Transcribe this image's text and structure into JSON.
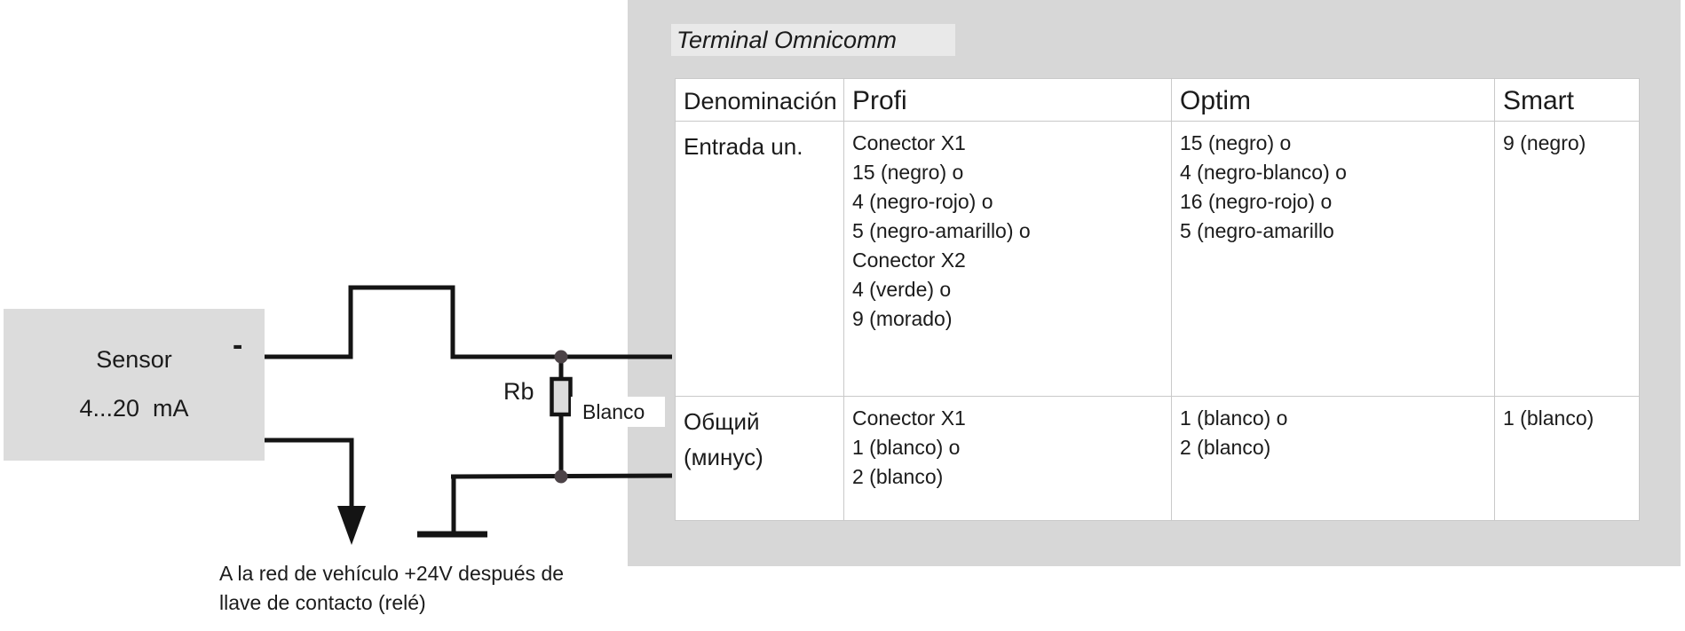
{
  "panel": {
    "title": "Terminal Omnicomm"
  },
  "table": {
    "headers": [
      "Denominación",
      "Profi",
      "Optim",
      "Smart"
    ],
    "rows": [
      {
        "denominacion": [
          "Entrada un."
        ],
        "profi": [
          "Conector X1",
          "15 (negro) o",
          "4 (negro-rojo) o",
          "5 (negro-amarillo) o",
          "Conector X2",
          "4 (verde) o",
          "9 (morado)"
        ],
        "optim": [
          "15 (negro) o",
          "4 (negro-blanco) o",
          "16 (negro-rojo) o",
          "5 (negro-amarillo"
        ],
        "smart": [
          "9 (negro)"
        ]
      },
      {
        "denominacion": [
          "Общий",
          "(минус)"
        ],
        "profi": [
          "Conector X1",
          "1 (blanco) o",
          "2 (blanco)"
        ],
        "optim": [
          "1 (blanco) o",
          "2 (blanco)"
        ],
        "smart": [
          "1 (blanco)"
        ]
      }
    ]
  },
  "diagram": {
    "sensor_name": "Sensor",
    "sensor_range": "4...20  mA",
    "minus_sign": "-",
    "resistor_label": "Rb",
    "wire_color_label": "Blanco",
    "caption_line1": "A la red de vehículo +24V después de",
    "caption_line2": "llave de contacto (relé)"
  },
  "colors": {
    "panel_gray": "#d7d7d7",
    "title_highlight_gray": "#e9e9e9",
    "sensor_fill_gray": "#dcdcdc",
    "table_border_gray": "#c9c9c9",
    "wire_black": "#141414",
    "junction_dot": "#4c4347",
    "text": "#1b1b1b"
  }
}
